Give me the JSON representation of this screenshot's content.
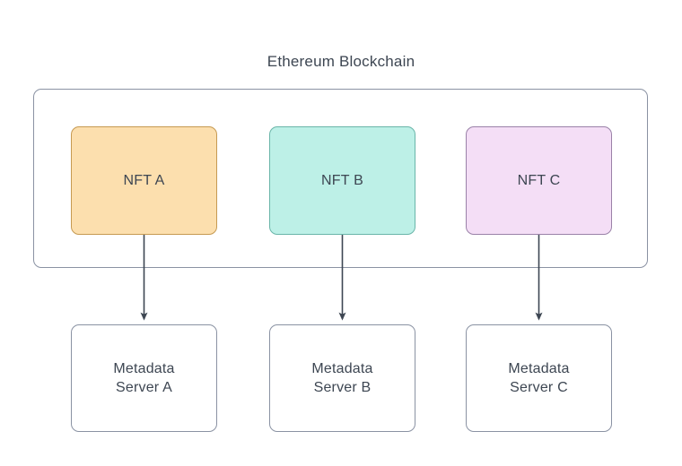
{
  "diagram": {
    "title": "Ethereum Blockchain",
    "container_label": "Ethereum Blockchain",
    "nodes": {
      "nft": [
        {
          "id": "nft-a",
          "label": "NFT A",
          "fill": "#fcdfae",
          "stroke": "#c69a52"
        },
        {
          "id": "nft-b",
          "label": "NFT B",
          "fill": "#bdf0e7",
          "stroke": "#6ab5a9"
        },
        {
          "id": "nft-c",
          "label": "NFT C",
          "fill": "#f4def6",
          "stroke": "#9a82a8"
        }
      ],
      "servers": [
        {
          "id": "server-a",
          "label": "Metadata\nServer A",
          "fill": "#ffffff",
          "stroke": "#8a92a3"
        },
        {
          "id": "server-b",
          "label": "Metadata\nServer B",
          "fill": "#ffffff",
          "stroke": "#8a92a3"
        },
        {
          "id": "server-c",
          "label": "Metadata\nServer C",
          "fill": "#ffffff",
          "stroke": "#8a92a3"
        }
      ]
    },
    "edges": [
      {
        "id": "edge-a",
        "from": "nft-a",
        "to": "server-a",
        "label": ""
      },
      {
        "id": "edge-b",
        "from": "nft-b",
        "to": "server-b",
        "label": ""
      },
      {
        "id": "edge-c",
        "from": "nft-c",
        "to": "server-c",
        "label": ""
      }
    ],
    "colors": {
      "text": "#3d4652",
      "edge": "#3d4652",
      "container_stroke": "#8a92a3",
      "background": "#ffffff"
    }
  }
}
